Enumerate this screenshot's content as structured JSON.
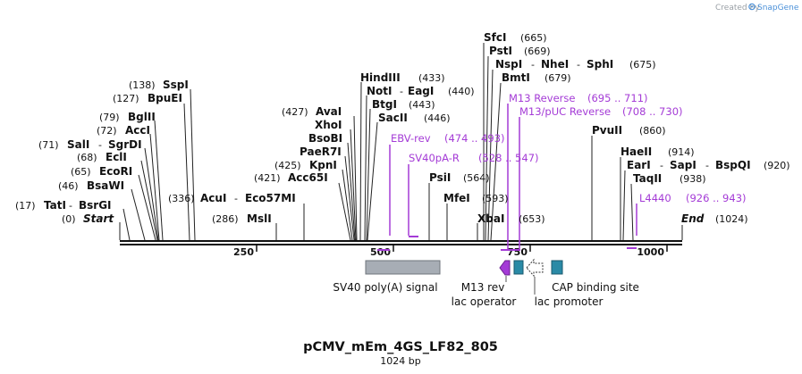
{
  "credit": "Created by",
  "brand": "SnapGene",
  "title": "pCMV_mEm_4GS_LF82_805",
  "length_label": "1024 bp",
  "axis_ticks": [
    "250",
    "500",
    "750",
    "1000"
  ],
  "start_label": "Start",
  "start_pos": "(0)",
  "end_label": "End",
  "end_pos": "(1024)",
  "sites": {
    "tati": {
      "name": "TatI",
      "pos": "(17)"
    },
    "bsrgi": {
      "name": "BsrGI"
    },
    "bsawi": {
      "name": "BsaWI",
      "pos": "(46)"
    },
    "ecori": {
      "name": "EcoRI",
      "pos": "(65)"
    },
    "ecli": {
      "name": "EclI",
      "pos": "(68)"
    },
    "sali": {
      "name": "SalI",
      "pos": "(71)"
    },
    "sgrdi": {
      "name": "SgrDI"
    },
    "acci": {
      "name": "AccI",
      "pos": "(72)"
    },
    "bglii": {
      "name": "BglII",
      "pos": "(79)"
    },
    "bpuei": {
      "name": "BpuEI",
      "pos": "(127)"
    },
    "sspi": {
      "name": "SspI",
      "pos": "(138)"
    },
    "acui": {
      "name": "AcuI",
      "pos": "(336)"
    },
    "eco57mi": {
      "name": "Eco57MI"
    },
    "msli": {
      "name": "MslI",
      "pos": "(286)"
    },
    "acc65i": {
      "name": "Acc65I",
      "pos": "(421)"
    },
    "kpni": {
      "name": "KpnI",
      "pos": "(425)"
    },
    "paer7i": {
      "name": "PaeR7I"
    },
    "bsobi": {
      "name": "BsoBI"
    },
    "xhoi": {
      "name": "XhoI"
    },
    "avai": {
      "name": "AvaI",
      "pos": "(427)"
    },
    "hindiii": {
      "name": "HindIII",
      "pos": "(433)"
    },
    "noti": {
      "name": "NotI",
      "pos": "(440)"
    },
    "eagi": {
      "name": "EagI"
    },
    "btgi": {
      "name": "BtgI",
      "pos": "(443)"
    },
    "sacii": {
      "name": "SacII",
      "pos": "(446)"
    },
    "psii": {
      "name": "PsiI",
      "pos": "(564)"
    },
    "mfei": {
      "name": "MfeI",
      "pos": "(593)"
    },
    "xbai": {
      "name": "XbaI",
      "pos": "(653)"
    },
    "sfci": {
      "name": "SfcI",
      "pos": "(665)"
    },
    "psti": {
      "name": "PstI",
      "pos": "(669)"
    },
    "nspi": {
      "name": "NspI"
    },
    "nhei": {
      "name": "NheI"
    },
    "sphi": {
      "name": "SphI",
      "pos": "(675)"
    },
    "bmti": {
      "name": "BmtI",
      "pos": "(679)"
    },
    "pvuii": {
      "name": "PvuII",
      "pos": "(860)"
    },
    "haeii": {
      "name": "HaeII",
      "pos": "(914)"
    },
    "eari": {
      "name": "EarI"
    },
    "sapi": {
      "name": "SapI"
    },
    "bspqi": {
      "name": "BspQI",
      "pos": "(920)"
    },
    "taqii": {
      "name": "TaqII",
      "pos": "(938)"
    }
  },
  "primers": {
    "ebv_rev": {
      "name": "EBV-rev",
      "range": "(474 .. 493)"
    },
    "sv40pa_r": {
      "name": "SV40pA-R",
      "range": "(528 .. 547)"
    },
    "m13_reverse": {
      "name": "M13 Reverse",
      "range": "(695 .. 711)"
    },
    "m13_puc_reverse": {
      "name": "M13/pUC Reverse",
      "range": "(708 .. 730)"
    },
    "l4440": {
      "name": "L4440",
      "range": "(926 .. 943)"
    }
  },
  "features": {
    "sv40_polya": "SV40 poly(A) signal",
    "m13_rev": "M13 rev",
    "lac_operator": "lac operator",
    "lac_promoter": "lac promoter",
    "cap_site": "CAP binding site"
  },
  "colors": {
    "primer": "#a43bd6",
    "sv40_feature": "#a7adb5",
    "lac_operator": "#2a8aa6",
    "cap_site": "#2a8aa6",
    "m13_rev": "#a43bd6"
  },
  "icons": {
    "brand_logo": "snapgene-logo-icon",
    "lac_promoter_arrow": "dashed-arrow-left-icon"
  }
}
